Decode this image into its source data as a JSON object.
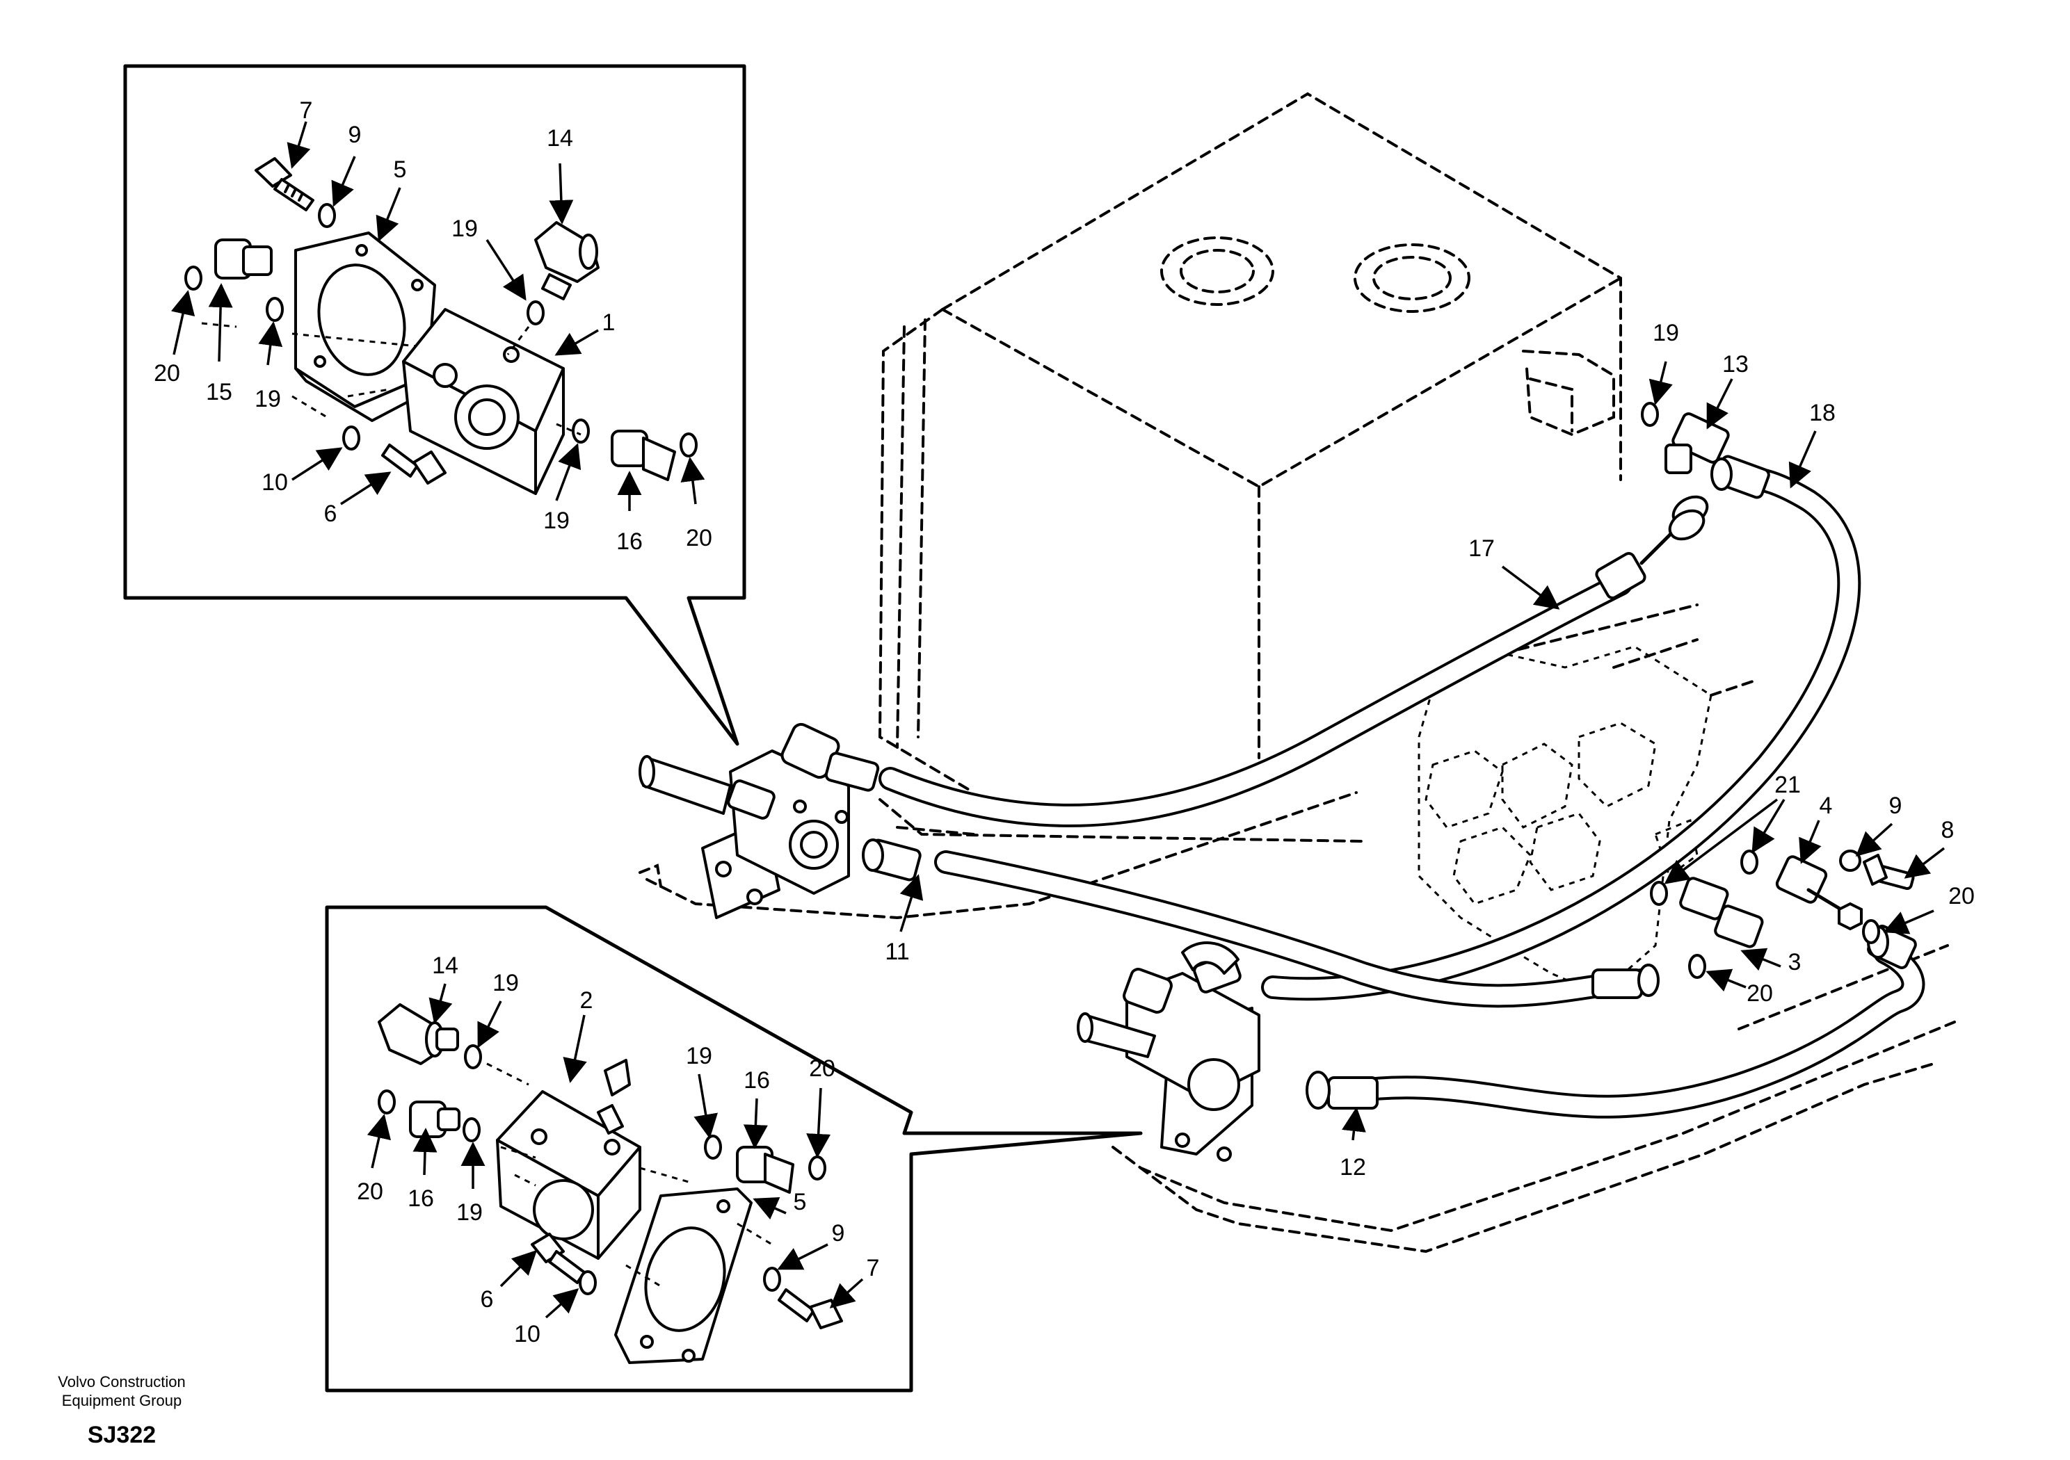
{
  "callouts": {
    "l1": "1",
    "l2": "2",
    "l3": "3",
    "l4": "4",
    "l5": "5",
    "l6": "6",
    "l7": "7",
    "l8": "8",
    "l9": "9",
    "l10": "10",
    "l11": "11",
    "l12": "12",
    "l13": "13",
    "l14": "14",
    "l15": "15",
    "l16": "16",
    "l17": "17",
    "l18": "18",
    "l19": "19",
    "l20": "20",
    "l21": "21"
  },
  "footer": {
    "company_line1": "Volvo Construction",
    "company_line2": "Equipment Group",
    "code": "SJ322"
  }
}
